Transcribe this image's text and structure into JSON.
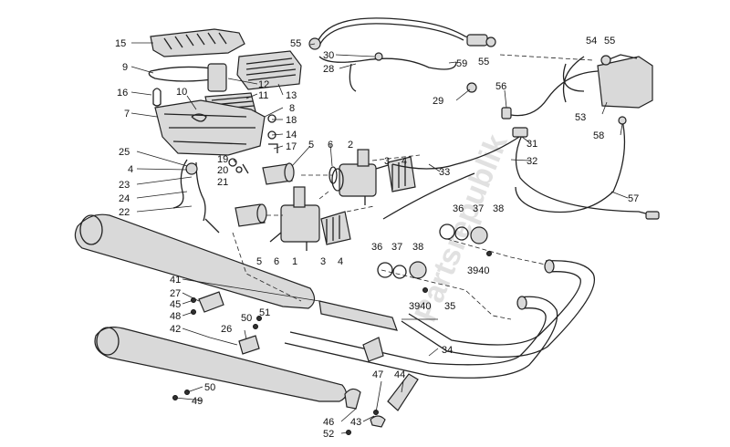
{
  "watermark": "Partsrepublik",
  "callouts": [
    {
      "id": "c15a",
      "text": "15"
    },
    {
      "id": "c9",
      "text": "9"
    },
    {
      "id": "c16",
      "text": "16"
    },
    {
      "id": "c10",
      "text": "10"
    },
    {
      "id": "c7",
      "text": "7"
    },
    {
      "id": "c12",
      "text": "12"
    },
    {
      "id": "c11",
      "text": "11"
    },
    {
      "id": "c13",
      "text": "13"
    },
    {
      "id": "c8",
      "text": "8"
    },
    {
      "id": "c18",
      "text": "18"
    },
    {
      "id": "c14",
      "text": "14"
    },
    {
      "id": "c17",
      "text": "17"
    },
    {
      "id": "c19",
      "text": "19"
    },
    {
      "id": "c20",
      "text": "20"
    },
    {
      "id": "c21",
      "text": "21"
    },
    {
      "id": "c25",
      "text": "25"
    },
    {
      "id": "c4a",
      "text": "4"
    },
    {
      "id": "c23",
      "text": "23"
    },
    {
      "id": "c24",
      "text": "24"
    },
    {
      "id": "c22",
      "text": "22"
    },
    {
      "id": "c5a",
      "text": "5"
    },
    {
      "id": "c6a",
      "text": "6"
    },
    {
      "id": "c2",
      "text": "2"
    },
    {
      "id": "c3a",
      "text": "3"
    },
    {
      "id": "c4b",
      "text": "4"
    },
    {
      "id": "c5b",
      "text": "5"
    },
    {
      "id": "c6b",
      "text": "6"
    },
    {
      "id": "c1",
      "text": "1"
    },
    {
      "id": "c3b",
      "text": "3"
    },
    {
      "id": "c4c",
      "text": "4"
    },
    {
      "id": "c55a",
      "text": "55"
    },
    {
      "id": "c30",
      "text": "30"
    },
    {
      "id": "c28",
      "text": "28"
    },
    {
      "id": "c59",
      "text": "59"
    },
    {
      "id": "c55b",
      "text": "55"
    },
    {
      "id": "c29",
      "text": "29"
    },
    {
      "id": "c54",
      "text": "54"
    },
    {
      "id": "c55c",
      "text": "55"
    },
    {
      "id": "c56",
      "text": "56"
    },
    {
      "id": "c53",
      "text": "53"
    },
    {
      "id": "c58",
      "text": "58"
    },
    {
      "id": "c31",
      "text": "31"
    },
    {
      "id": "c32",
      "text": "32"
    },
    {
      "id": "c33",
      "text": "33"
    },
    {
      "id": "c57",
      "text": "57"
    },
    {
      "id": "c36a",
      "text": "36"
    },
    {
      "id": "c37a",
      "text": "37"
    },
    {
      "id": "c38a",
      "text": "38"
    },
    {
      "id": "c3940a",
      "text": "3940"
    },
    {
      "id": "c36b",
      "text": "36"
    },
    {
      "id": "c37b",
      "text": "37"
    },
    {
      "id": "c38b",
      "text": "38"
    },
    {
      "id": "c3940b",
      "text": "3940"
    },
    {
      "id": "c35",
      "text": "35"
    },
    {
      "id": "c34",
      "text": "34"
    },
    {
      "id": "c41",
      "text": "41"
    },
    {
      "id": "c27",
      "text": "27"
    },
    {
      "id": "c45",
      "text": "45"
    },
    {
      "id": "c48",
      "text": "48"
    },
    {
      "id": "c42",
      "text": "42"
    },
    {
      "id": "c50a",
      "text": "50"
    },
    {
      "id": "c51",
      "text": "51"
    },
    {
      "id": "c26",
      "text": "26"
    },
    {
      "id": "c50b",
      "text": "50"
    },
    {
      "id": "c49",
      "text": "49"
    },
    {
      "id": "c47",
      "text": "47"
    },
    {
      "id": "c44",
      "text": "44"
    },
    {
      "id": "c46",
      "text": "46"
    },
    {
      "id": "c43",
      "text": "43"
    },
    {
      "id": "c52",
      "text": "52"
    }
  ]
}
